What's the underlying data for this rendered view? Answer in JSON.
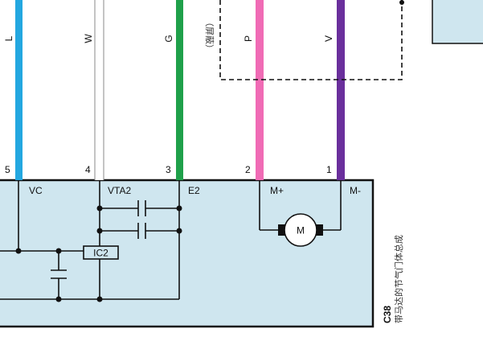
{
  "wires": [
    {
      "label": "L",
      "pin": "5",
      "color": "#23a7e0"
    },
    {
      "label": "W",
      "pin": "4",
      "color": "#ffffff"
    },
    {
      "label": "G",
      "pin": "3",
      "color": "#1fa04a"
    },
    {
      "label": "P",
      "pin": "2",
      "color": "#f06bb5"
    },
    {
      "label": "V",
      "pin": "1",
      "color": "#6a2f9c"
    }
  ],
  "shield_label": "（屏蔽）",
  "terminals": {
    "vc": "VC",
    "vta2": "VTA2",
    "e2": "E2",
    "mplus": "M+",
    "mminus": "M-"
  },
  "ic_label": "IC2",
  "motor_label": "M",
  "connector": {
    "code": "C38",
    "name": "带马达的节气门体总成"
  },
  "colors": {
    "component_fill": "#cfe6ef",
    "outline": "#111111"
  }
}
